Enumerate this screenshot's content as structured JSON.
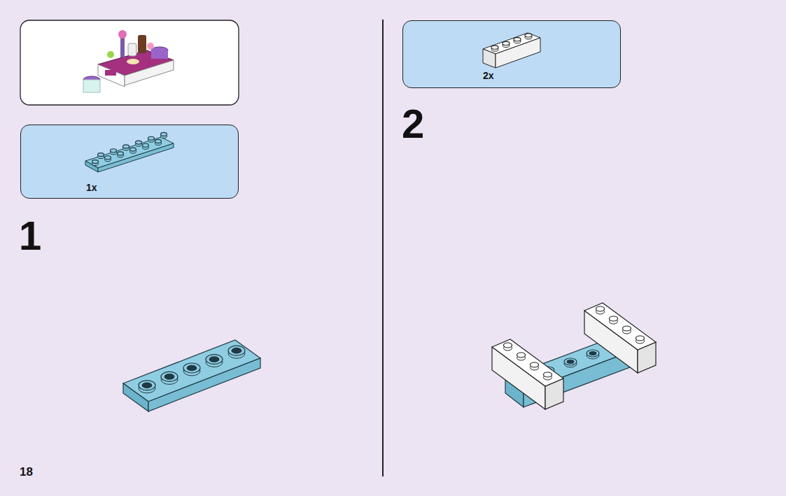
{
  "diagram": {
    "nodes": [
      {
        "text": [
          "1x"
        ]
      },
      {
        "text": [
          "2x"
        ]
      }
    ],
    "labels": [
      "1",
      "2",
      "18"
    ]
  }
}
